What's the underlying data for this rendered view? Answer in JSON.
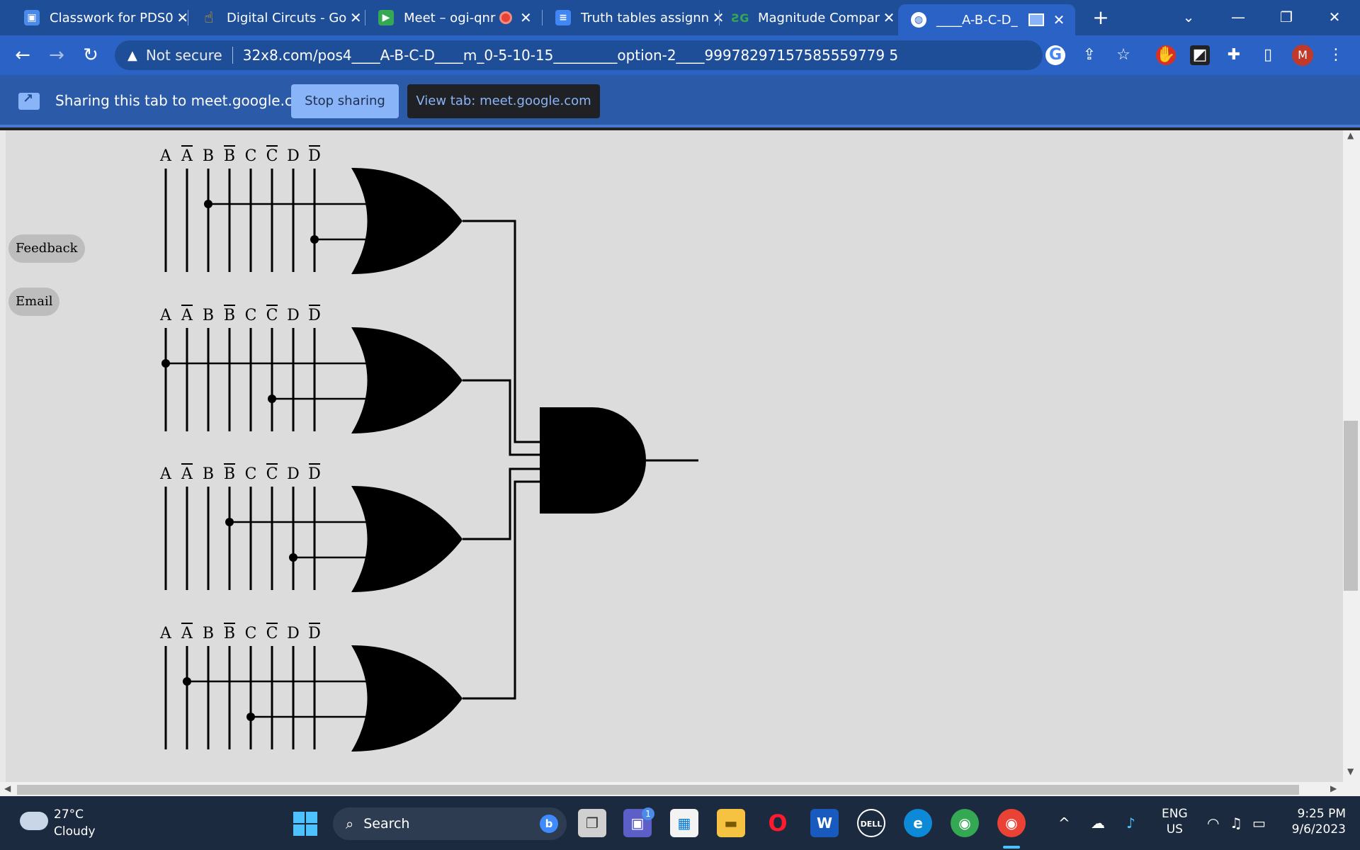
{
  "browser": {
    "tabs": [
      {
        "title": "Classwork for PDS0",
        "icon_color": "#4a8bea"
      },
      {
        "title": "Digital Circuts - Go",
        "icon_color": "#f5b400"
      },
      {
        "title": "Meet – ogi-qnr",
        "icon_color": "#34a853"
      },
      {
        "title": "Truth tables assignn",
        "icon_color": "#4285f4"
      },
      {
        "title": "Magnitude Compar",
        "icon_color": "#2e7d32"
      },
      {
        "title": "____A-B-C-D_",
        "icon_color": "#ffffff",
        "active": true
      }
    ],
    "new_tab": "+",
    "window": {
      "chevron": "⌄",
      "minimize": "—",
      "restore": "❐",
      "close": "✕"
    },
    "security_label": "Not secure",
    "url": "32x8.com/pos4____A-B-C-D____m_0-5-10-15_________option-2____99978297157585559779 5",
    "profile_initial": "M"
  },
  "share_bar": {
    "text": "Sharing this tab to meet.google.com",
    "stop_label": "Stop sharing",
    "view_label": "View tab: meet.google.com"
  },
  "page": {
    "feedback_label": "Feedback",
    "email_label": "Email",
    "signals": [
      "A",
      "A",
      "B",
      "B",
      "C",
      "C",
      "D",
      "D"
    ],
    "complemented": [
      false,
      true,
      false,
      true,
      false,
      true,
      false,
      true
    ],
    "or_gates": [
      {
        "inputs": [
          "B",
          "D'"
        ]
      },
      {
        "inputs": [
          "A",
          "C'"
        ]
      },
      {
        "inputs": [
          "B'",
          "D"
        ]
      },
      {
        "inputs": [
          "A'",
          "C"
        ]
      }
    ],
    "and_gate": {
      "inputs": 4
    }
  },
  "taskbar": {
    "weather_temp": "27°C",
    "weather_desc": "Cloudy",
    "search_label": "Search",
    "lang_top": "ENG",
    "lang_bottom": "US",
    "time": "9:25 PM",
    "date": "9/6/2023",
    "teams_badge": "1"
  }
}
